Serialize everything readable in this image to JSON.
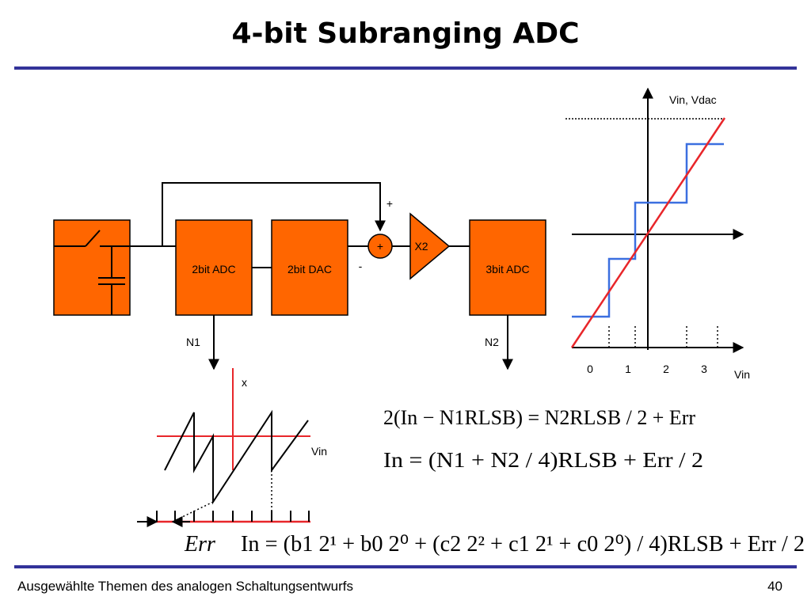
{
  "title": "4-bit Subranging ADC",
  "footer": {
    "left": "Ausgewählte Themen des analogen Schaltungsentwurfs",
    "page_number": "40"
  },
  "colors": {
    "block_fill": "#ff6600",
    "rule": "#333399",
    "ideal_line": "#e8262a",
    "staircase": "#3b6fe0",
    "error_axis": "#e8262a"
  },
  "blocks": {
    "adc1": "2bit ADC",
    "dac": "2bit DAC",
    "amp": "X2",
    "adc2": "3bit ADC"
  },
  "summer": {
    "symbol": "+",
    "plus_input": "+",
    "minus_input": "-"
  },
  "outputs": {
    "n1": "N1",
    "n2": "N2"
  },
  "transfer_plot": {
    "y_label": "Vin, Vdac",
    "x_label": "Vin",
    "x_ticks": [
      "0",
      "1",
      "2",
      "3"
    ]
  },
  "residue_plot": {
    "y_label": "x",
    "x_label": "Vin",
    "error_label": "Err"
  },
  "equations": {
    "eq1": "2(In − N1RLSB) = N2RLSB / 2 + Err",
    "eq2": "In = (N1 + N2 / 4)RLSB + Err / 2",
    "eq3": "In = (b1 2¹ + b0 2⁰ + (c2 2² + c1 2¹ + c0 2⁰) / 4)RLSB + Err / 2"
  }
}
